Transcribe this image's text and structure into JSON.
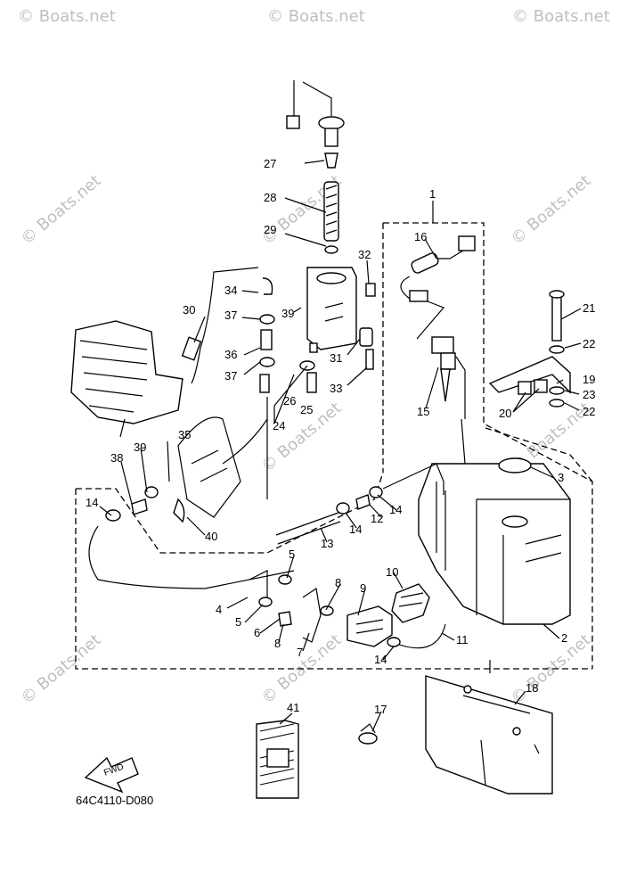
{
  "diagram_code": "64C4110-D080",
  "watermark": "© Boats.net",
  "fwd_label": "FWD",
  "part_numbers": [
    "1",
    "2",
    "3",
    "4",
    "5",
    "5",
    "6",
    "7",
    "8",
    "8",
    "9",
    "10",
    "11",
    "12",
    "13",
    "14",
    "14",
    "14",
    "14",
    "14",
    "15",
    "16",
    "17",
    "18",
    "19",
    "20",
    "21",
    "22",
    "22",
    "23",
    "24",
    "25",
    "26",
    "27",
    "28",
    "29",
    "30",
    "31",
    "32",
    "33",
    "34",
    "35",
    "36",
    "37",
    "37",
    "38",
    "39",
    "39",
    "40",
    "41"
  ]
}
